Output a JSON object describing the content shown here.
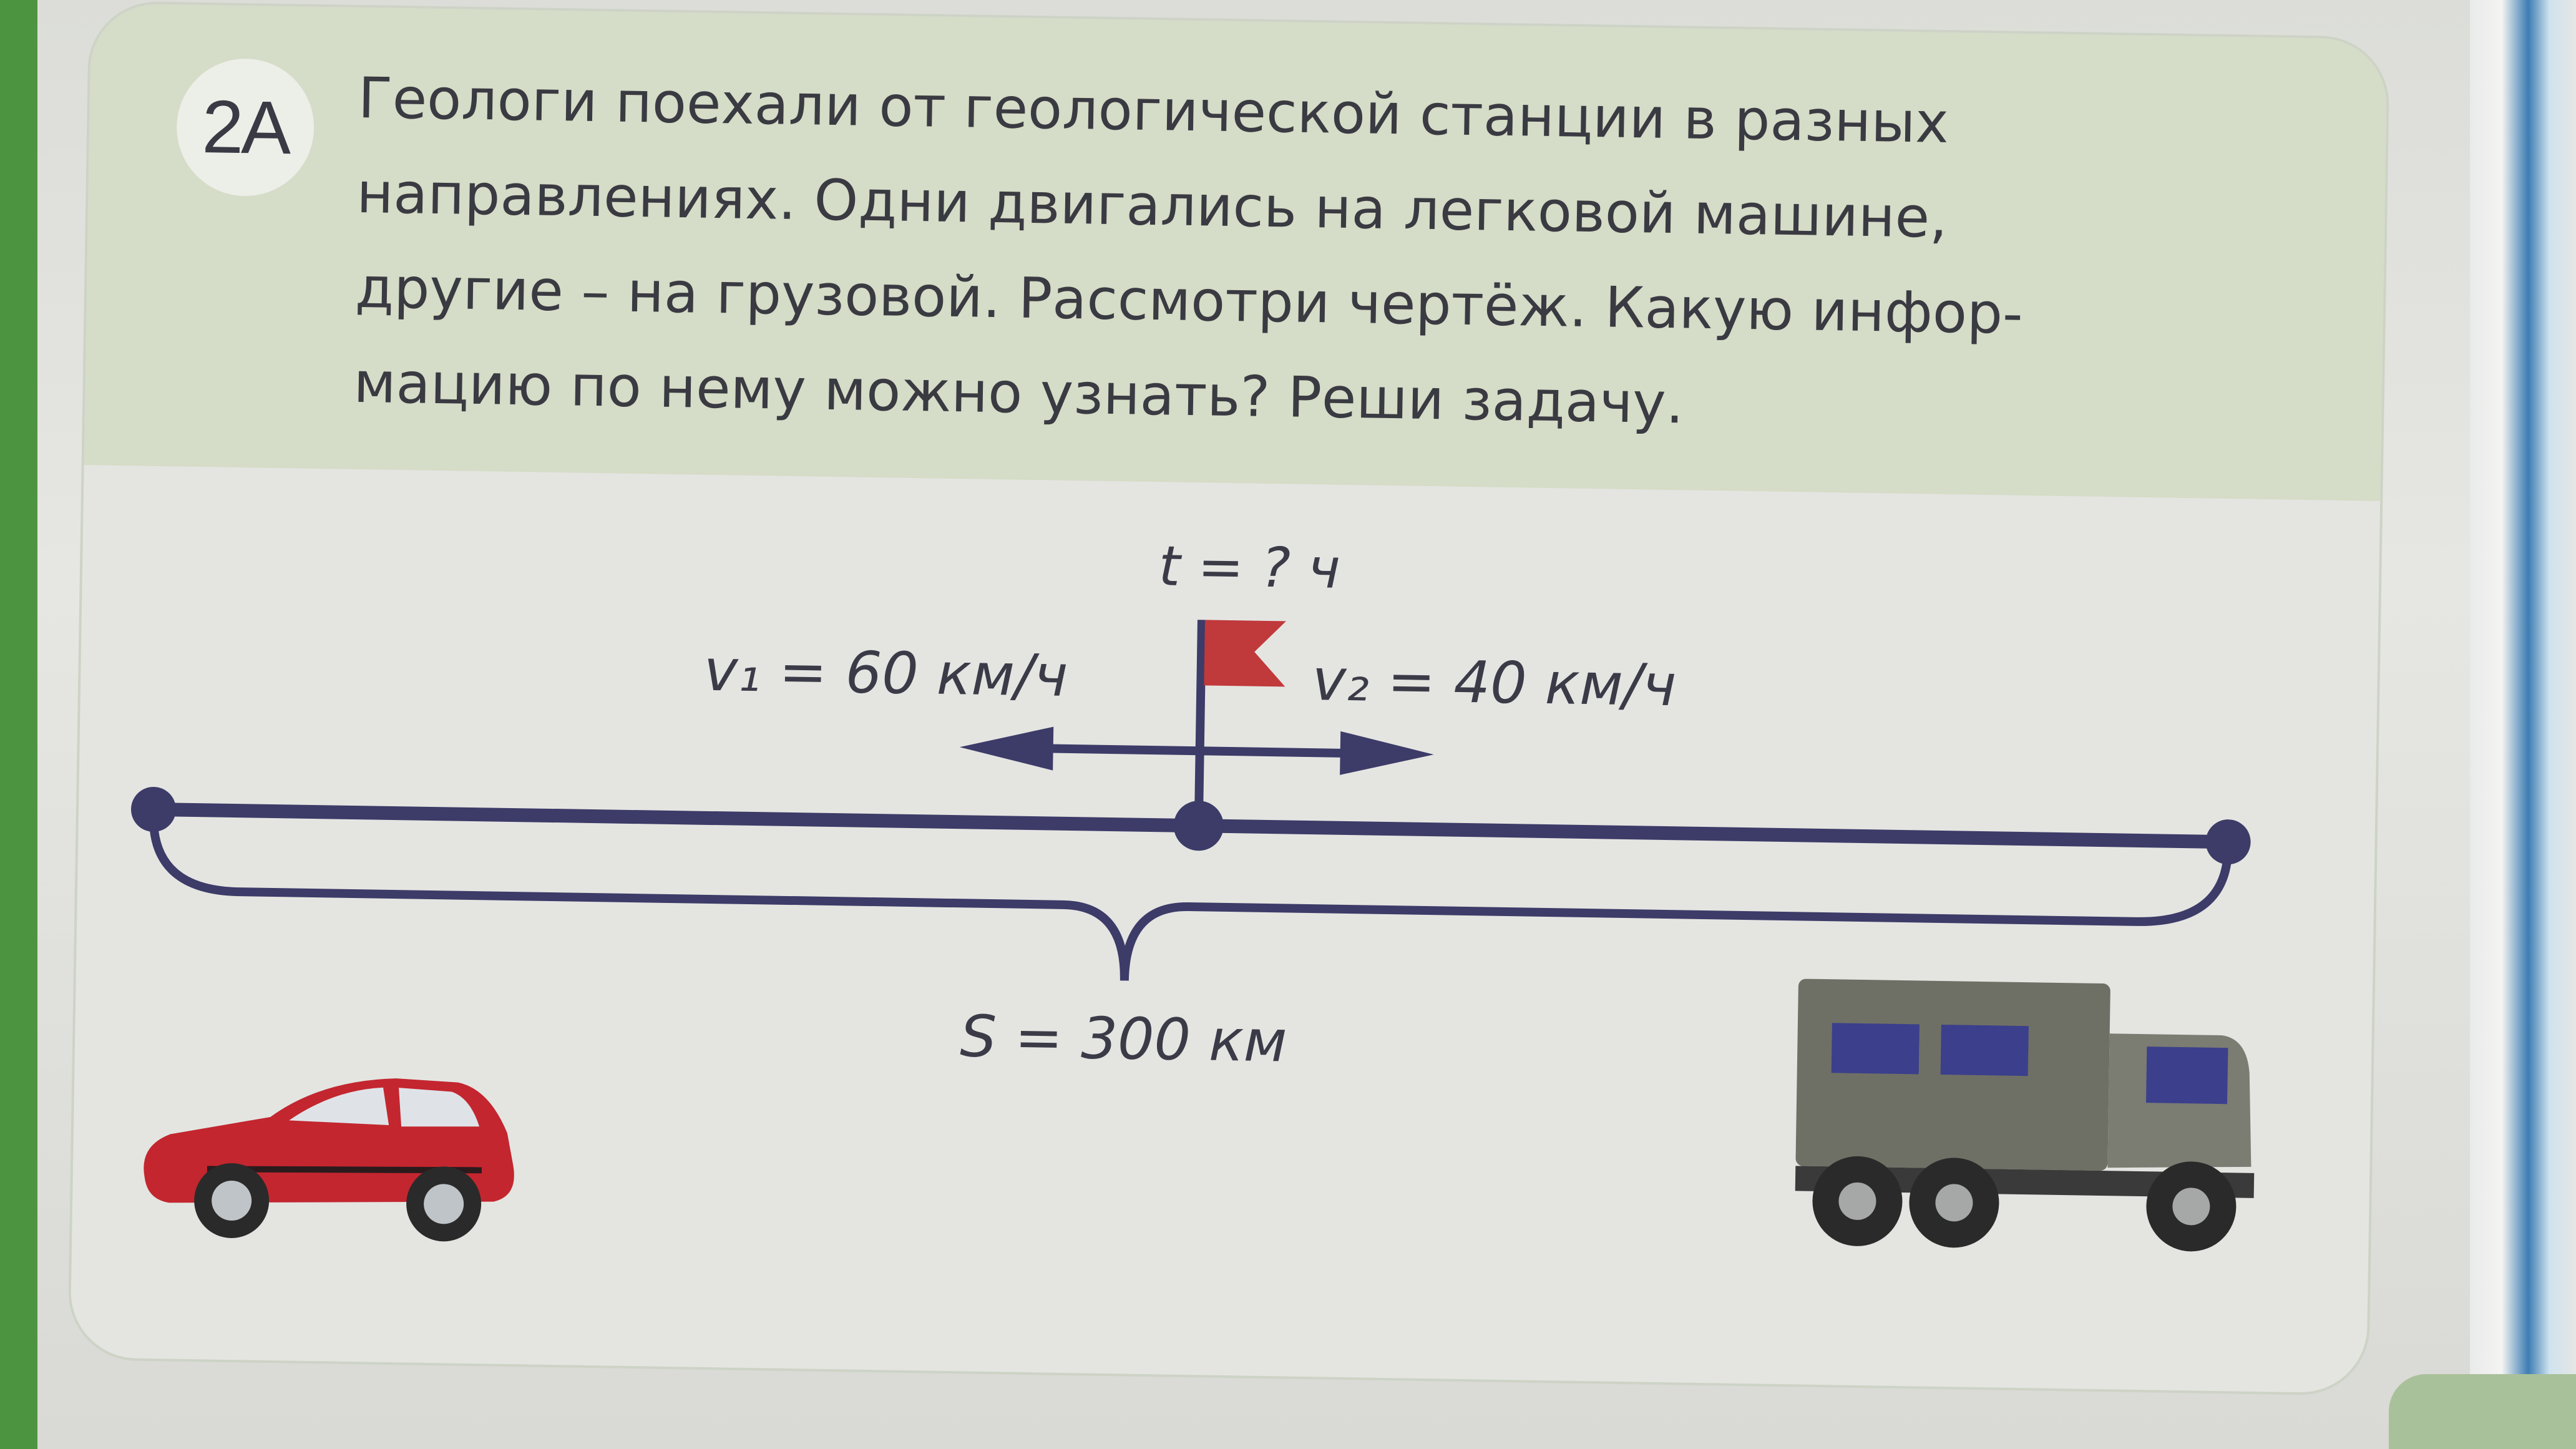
{
  "task": {
    "number": "2А",
    "text_lines": [
      "Геологи поехали от геологической станции в разных",
      "направлениях. Одни двигались на легковой машине,",
      "другие – на грузовой. Рассмотри чертёж. Какую инфор-",
      "мацию по нему можно узнать? Реши задачу."
    ]
  },
  "diagram": {
    "time_label": "t = ? ч",
    "v1_label": "v₁ = 60 км/ч",
    "v2_label": "v₂ = 40 км/ч",
    "distance_label": "S = 300 км",
    "colors": {
      "line": "#3d3b68",
      "flag": "#c0393b",
      "car": "#c3262f",
      "truck": "#6f7065"
    }
  }
}
